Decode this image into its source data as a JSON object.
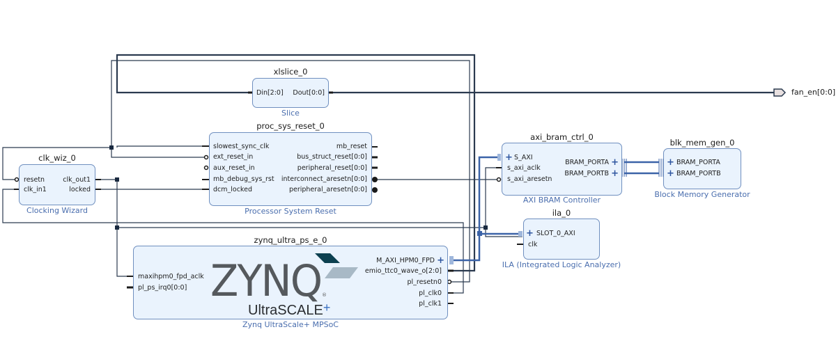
{
  "blocks": {
    "xlslice": {
      "instance": "xlslice_0",
      "ip": "Slice",
      "inputs": [
        "Din[2:0]"
      ],
      "outputs": [
        "Dout[0:0]"
      ]
    },
    "proc_sys_reset": {
      "instance": "proc_sys_reset_0",
      "ip": "Processor System Reset",
      "inputs": [
        "slowest_sync_clk",
        "ext_reset_in",
        "aux_reset_in",
        "mb_debug_sys_rst",
        "dcm_locked"
      ],
      "outputs": [
        "mb_reset",
        "bus_struct_reset[0:0]",
        "peripheral_reset[0:0]",
        "interconnect_aresetn[0:0]",
        "peripheral_aresetn[0:0]"
      ]
    },
    "clk_wiz": {
      "instance": "clk_wiz_0",
      "ip": "Clocking Wizard",
      "inputs": [
        "resetn",
        "clk_in1"
      ],
      "outputs": [
        "clk_out1",
        "locked"
      ]
    },
    "axi_bram_ctrl": {
      "instance": "axi_bram_ctrl_0",
      "ip": "AXI BRAM Controller",
      "inputs": [
        "S_AXI",
        "s_axi_aclk",
        "s_axi_aresetn"
      ],
      "outputs": [
        "BRAM_PORTA",
        "BRAM_PORTB"
      ]
    },
    "blk_mem_gen": {
      "instance": "blk_mem_gen_0",
      "ip": "Block Memory Generator",
      "inputs": [
        "BRAM_PORTA",
        "BRAM_PORTB"
      ]
    },
    "ila": {
      "instance": "ila_0",
      "ip": "ILA (Integrated Logic Analyzer)",
      "inputs": [
        "SLOT_0_AXI",
        "clk"
      ]
    },
    "zynq": {
      "instance": "zynq_ultra_ps_e_0",
      "ip": "Zynq UltraScale+ MPSoC",
      "inputs": [
        "maxihpm0_fpd_aclk",
        "pl_ps_irq0[0:0]"
      ],
      "outputs": [
        "M_AXI_HPM0_FPD",
        "emio_ttc0_wave_o[2:0]",
        "pl_resetn0",
        "pl_clk0",
        "pl_clk1"
      ],
      "logo": {
        "word": "ZYNQ",
        "sub": "UltraSCALE",
        "sub_suffix": "+",
        "reg": "®"
      }
    }
  },
  "external_ports": {
    "fan_en": "fan_en[0:0]"
  },
  "colors": {
    "block_fill": "#eaf3fd",
    "block_border": "#6f8fbf",
    "ip_label": "#4a6eae",
    "wire": "#2b3a4f",
    "bus": "#3b63a8"
  }
}
